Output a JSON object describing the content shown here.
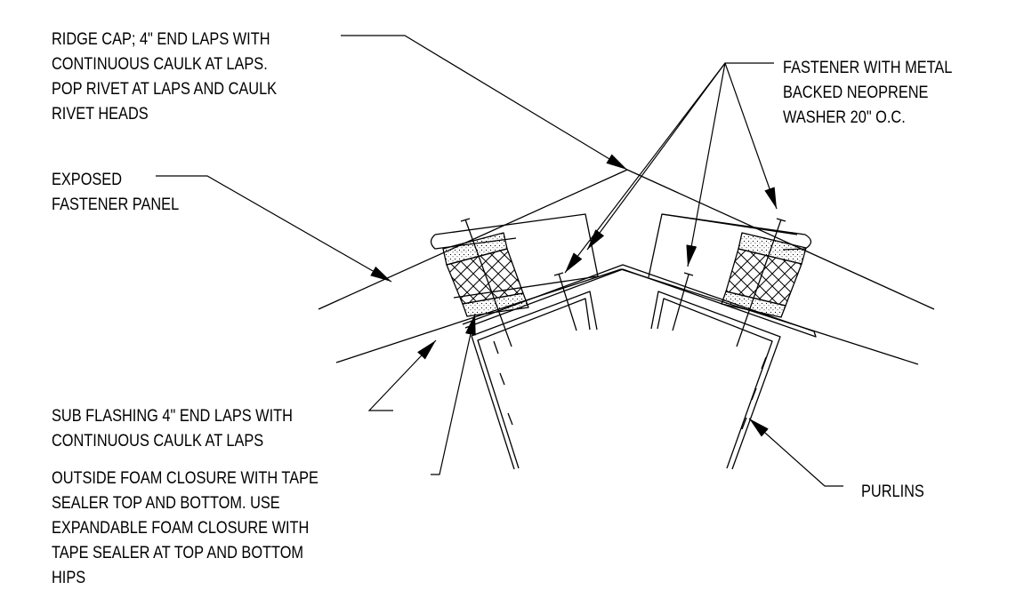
{
  "colors": {
    "line": "#000000",
    "background": "#ffffff"
  },
  "labels": {
    "ridge_cap": [
      "RIDGE CAP; 4\" END LAPS WITH",
      "CONTINUOUS CAULK AT LAPS.",
      "POP RIVET AT LAPS AND CAULK",
      "RIVET HEADS"
    ],
    "fastener": [
      "FASTENER WITH METAL",
      "BACKED NEOPRENE",
      "WASHER 20\" O.C."
    ],
    "exposed_panel": [
      "EXPOSED",
      "FASTENER PANEL"
    ],
    "sub_flashing": [
      "SUB FLASHING 4\" END LAPS WITH",
      "CONTINUOUS CAULK AT LAPS"
    ],
    "foam_closure": [
      "OUTSIDE FOAM CLOSURE WITH TAPE",
      "SEALER TOP AND BOTTOM. USE",
      "EXPANDABLE FOAM CLOSURE WITH",
      "TAPE SEALER AT TOP AND BOTTOM",
      "HIPS"
    ],
    "purlins": [
      "PURLINS"
    ]
  }
}
